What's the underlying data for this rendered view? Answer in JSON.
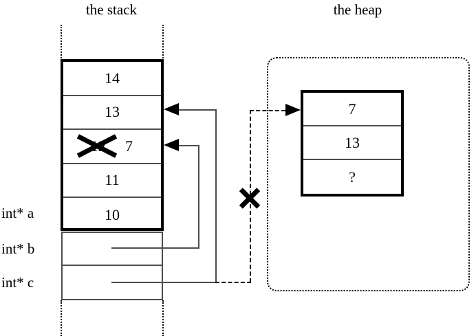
{
  "diagram": {
    "stack": {
      "title": "the stack",
      "cells": [
        {
          "value": "14",
          "crossed": false
        },
        {
          "value": "13",
          "crossed": false
        },
        {
          "value": "12",
          "crossed": true,
          "replacement": "7"
        },
        {
          "value": "11",
          "crossed": false
        },
        {
          "value": "10",
          "crossed": false
        }
      ],
      "pointer_labels": [
        "int* a",
        "int* b",
        "int* c"
      ]
    },
    "heap": {
      "title": "the heap",
      "cells": [
        {
          "value": "7"
        },
        {
          "value": "13"
        },
        {
          "value": "?"
        }
      ]
    },
    "annotations": {
      "invalid_pointer_mark": "X",
      "overwritten_value_mark": "X"
    },
    "colors": {
      "ink": "#000000",
      "rule": "#4d4d4d",
      "background": "#ffffff"
    }
  }
}
